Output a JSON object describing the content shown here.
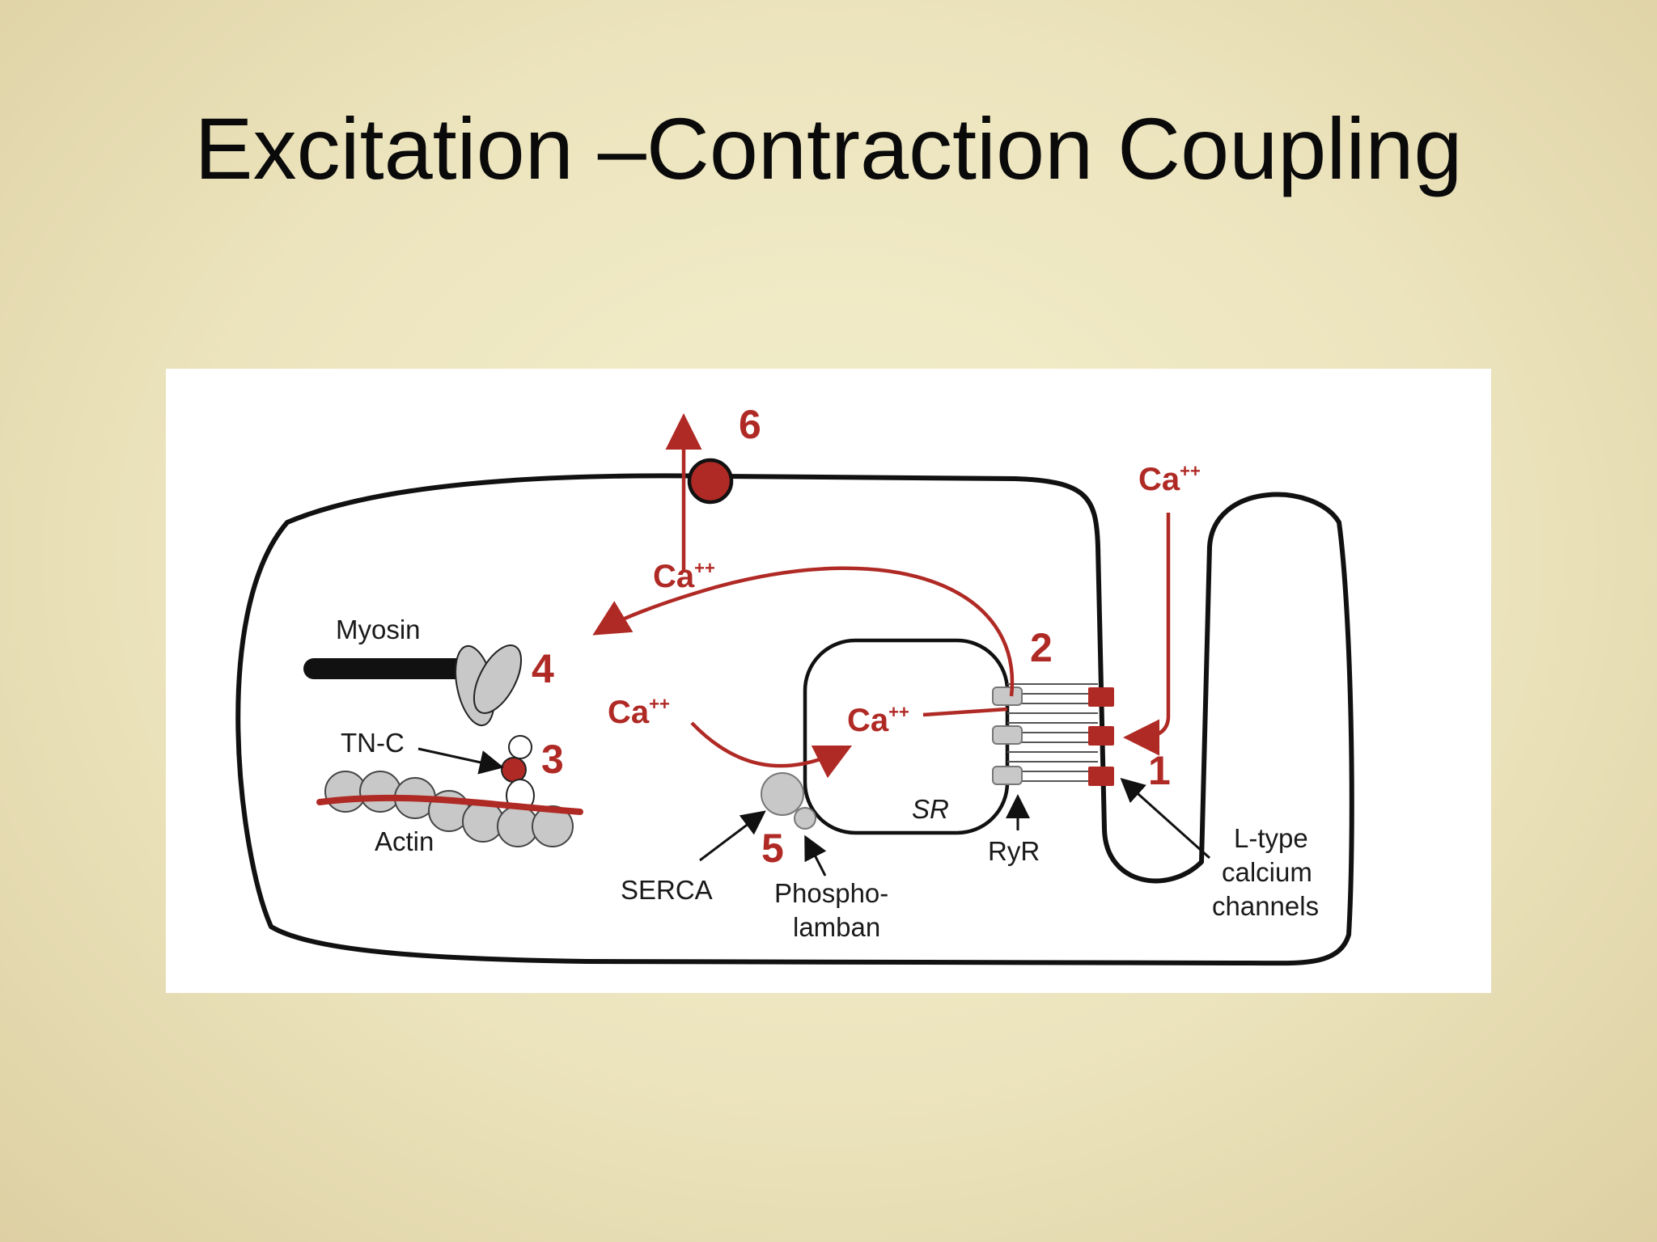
{
  "slide": {
    "title": "Excitation –Contraction Coupling"
  },
  "diagram": {
    "labels": {
      "myosin": "Myosin",
      "tnc": "TN-C",
      "actin": "Actin",
      "serca": "SERCA",
      "phospholamban_line1": "Phospho-",
      "phospholamban_line2": "lamban",
      "sr": "SR",
      "ryr": "RyR",
      "ltype_line1": "L-type",
      "ltype_line2": "calcium",
      "ltype_line3": "channels"
    },
    "ca": {
      "ion": "Ca",
      "charge": "++"
    },
    "steps": [
      "1",
      "2",
      "3",
      "4",
      "5",
      "6"
    ],
    "colors": {
      "accent_red": "#b02a25",
      "membrane": "#111111",
      "protein_gray": "#c8c8c8"
    }
  }
}
